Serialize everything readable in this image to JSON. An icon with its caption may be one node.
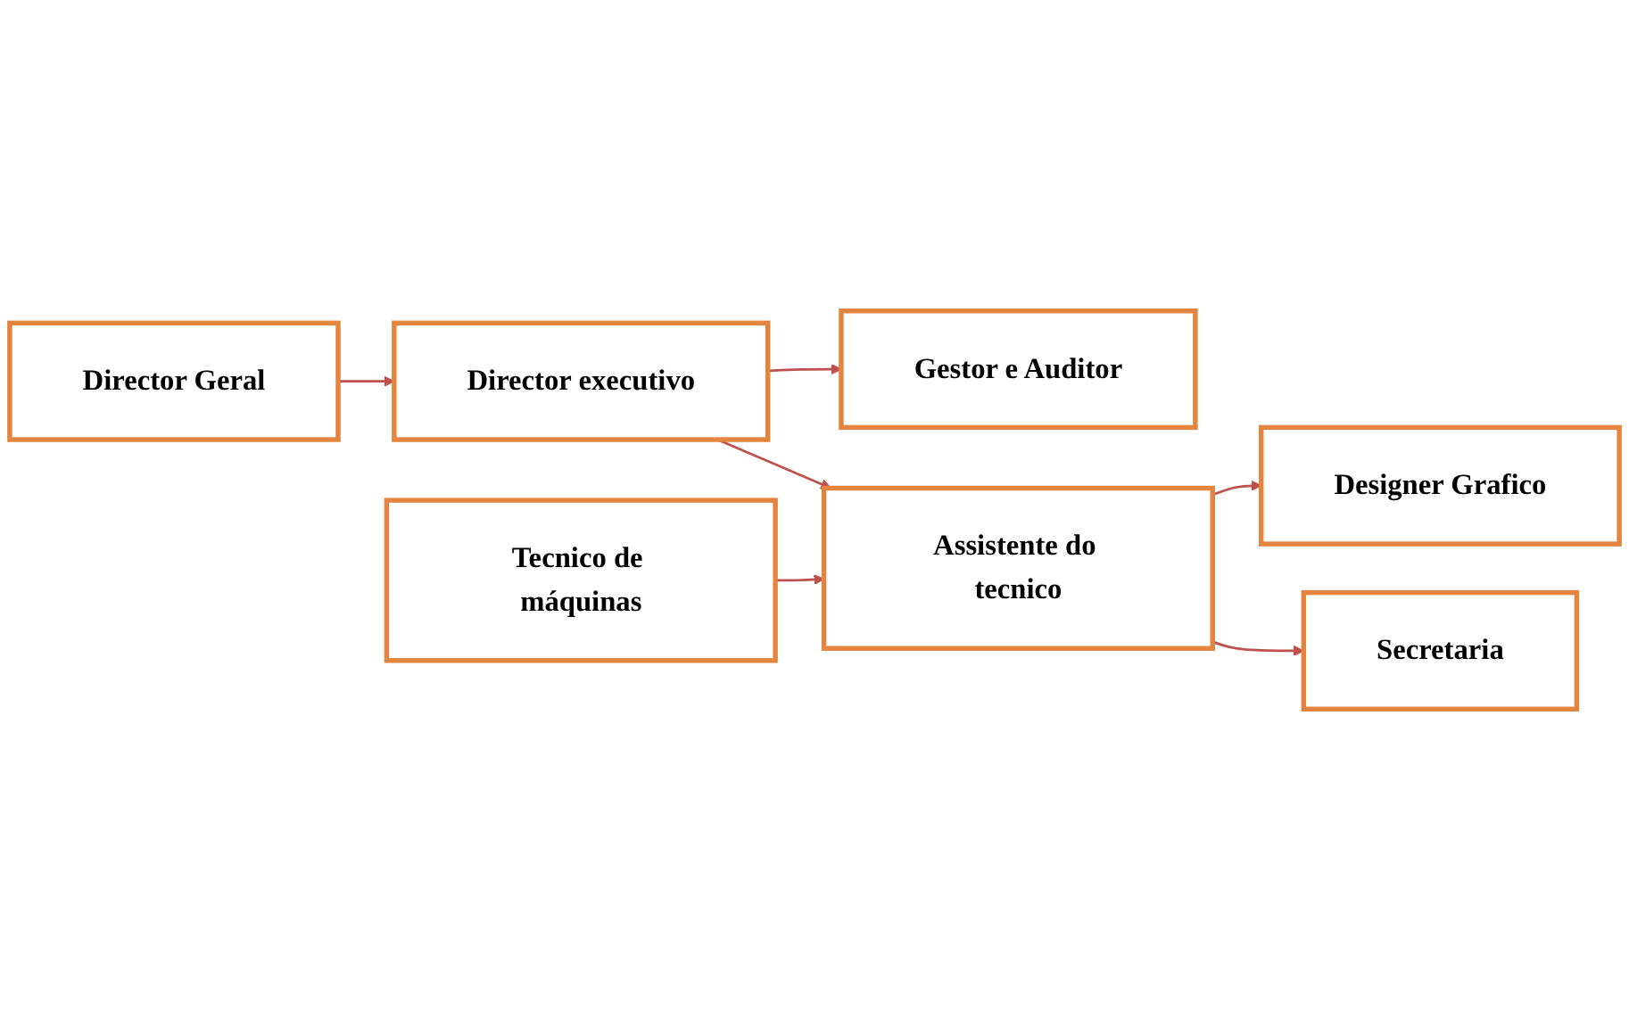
{
  "diagram": {
    "nodes": [
      {
        "text": [
          "Director Geral"
        ]
      },
      {
        "text": [
          "Director executivo"
        ]
      },
      {
        "text": [
          "Gestor e Auditor"
        ]
      },
      {
        "text": [
          "Tecnico de máquinas"
        ]
      },
      {
        "text": [
          "Assistente do tecnico"
        ]
      },
      {
        "text": [
          "Designer Grafico"
        ]
      },
      {
        "text": [
          "Secretaria"
        ]
      }
    ],
    "edges": [
      {
        "from": 0,
        "to": 1,
        "arrow": "to"
      },
      {
        "from": 1,
        "to": 2,
        "arrow": "to"
      },
      {
        "from": 1,
        "to": 4,
        "arrow": "to"
      },
      {
        "from": 3,
        "to": 4,
        "arrow": "to"
      },
      {
        "from": 4,
        "to": 5,
        "arrow": "to"
      },
      {
        "from": 4,
        "to": 6,
        "arrow": "to"
      }
    ]
  }
}
